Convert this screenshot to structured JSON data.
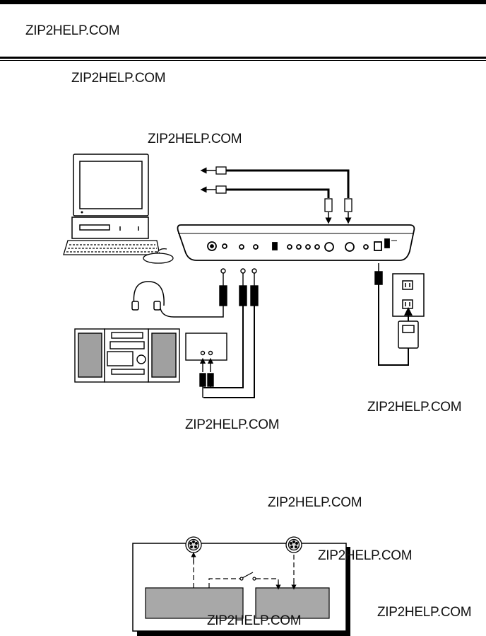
{
  "watermarks": [
    "ZIP2HELP.COM",
    "ZIP2HELP.COM",
    "ZIP2HELP.COM",
    "ZIP2HELP.COM",
    "ZIP2HELP.COM",
    "ZIP2HELP.COM",
    "ZIP2HELP.COM",
    "ZIP2HELP.COM"
  ],
  "colors": {
    "ink": "#000000",
    "panel_gray": "#a8a8a8",
    "speaker_gray": "#a0a0a0"
  },
  "icons": {
    "connection_diagram": [
      "computer-icon",
      "keyboard-icon",
      "mouse-icon",
      "midi-plug-icon",
      "interface-unit-icon",
      "headphones-icon",
      "stereo-system-icon",
      "tape-deck-icon",
      "phone-plug-icon",
      "rca-plug-icon",
      "wall-outlet-icon",
      "ac-adapter-icon"
    ],
    "midi_thru_diagram": [
      "midi-in-connector-icon",
      "midi-out-connector-icon",
      "switch-icon"
    ]
  }
}
